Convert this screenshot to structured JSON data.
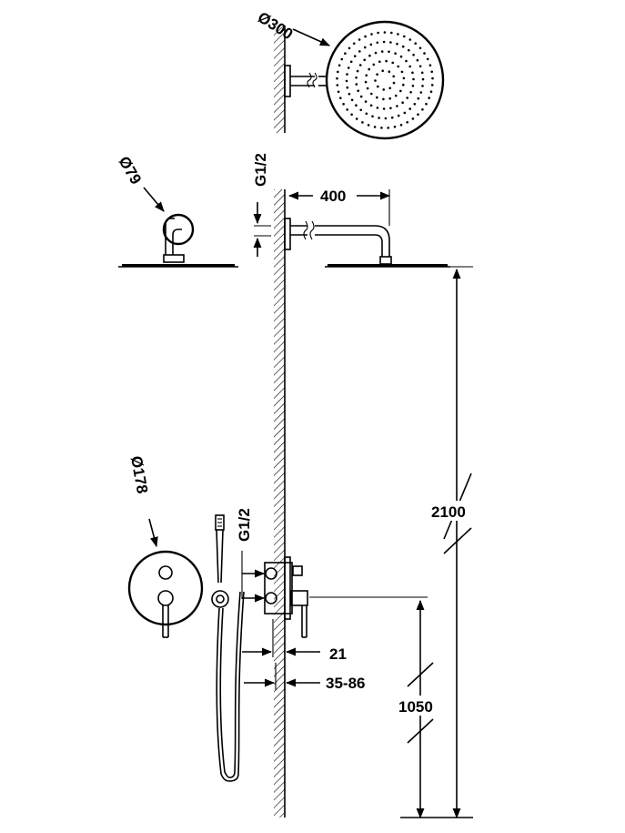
{
  "labels": {
    "rain_head_diameter": "Ø300",
    "arm_flange_diameter": "Ø79",
    "arm_thread_top": "G1/2",
    "arm_length": "400",
    "total_height": "2100",
    "mixer_plate_diameter": "Ø178",
    "mixer_thread": "G1/2",
    "plate_offset": "21",
    "embed_depth": "35-86",
    "mixer_height": "1050"
  },
  "colors": {
    "line": "#000000",
    "background": "#ffffff"
  },
  "icons": {
    "rain_head": "round-shower-head-icon",
    "hand_shower": "hand-shower-icon",
    "mixer_plate": "mixer-plate-icon"
  }
}
